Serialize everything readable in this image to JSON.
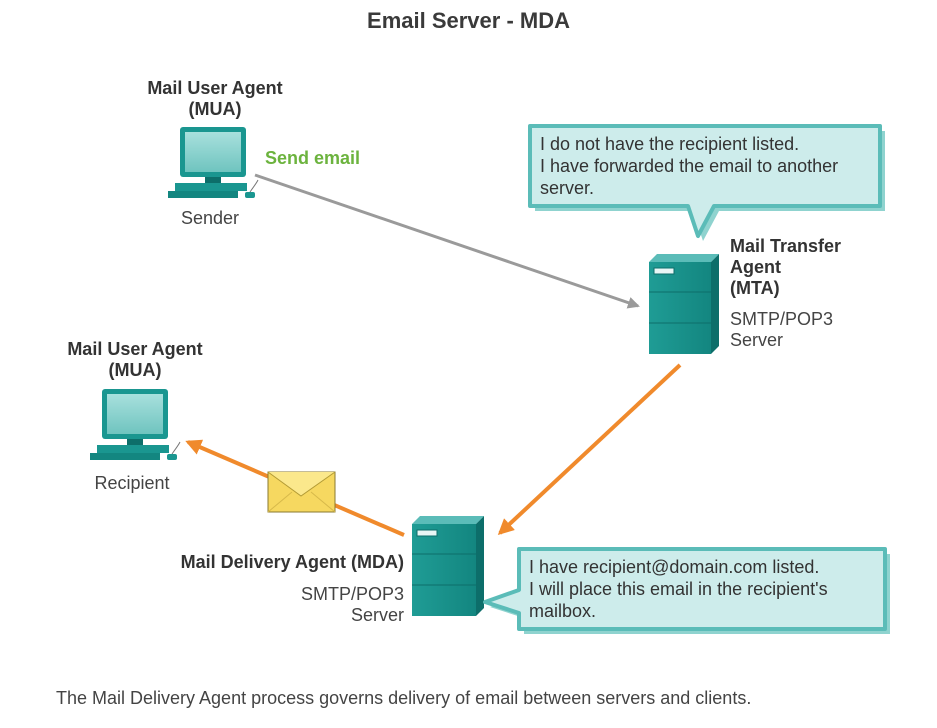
{
  "title": "Email Server - MDA",
  "sender": {
    "heading_line1": "Mail User Agent",
    "heading_line2": "(MUA)",
    "label": "Sender",
    "action": "Send email"
  },
  "recipient": {
    "heading_line1": "Mail User Agent",
    "heading_line2": "(MUA)",
    "label": "Recipient"
  },
  "mta": {
    "heading_line1": "Mail Transfer",
    "heading_line2": "Agent",
    "heading_line3": "(MTA)",
    "protocol": "SMTP/POP3",
    "type": "Server",
    "bubble": [
      "I do not have the recipient listed.",
      "I have forwarded the email to another",
      "server."
    ]
  },
  "mda": {
    "heading": "Mail Delivery Agent (MDA)",
    "protocol": "SMTP/POP3",
    "type": "Server",
    "bubble": [
      "I have recipient@domain.com listed.",
      "I will place this email in the recipient's",
      "mailbox."
    ]
  },
  "caption": "The Mail Delivery Agent process governs delivery of email between servers and clients.",
  "colors": {
    "teal": "#1a9690",
    "teal_dark": "#0d6e6a",
    "teal_light": "#8fd3cf",
    "bubble_fill": "#cdeceb",
    "bubble_border": "#5bbcb8",
    "orange": "#f08a2c",
    "gray_arrow": "#9a9a9a",
    "envelope": "#f6d860"
  },
  "icons": [
    "computer-icon",
    "server-icon",
    "envelope-icon",
    "arrow-icon",
    "speech-bubble-icon"
  ]
}
